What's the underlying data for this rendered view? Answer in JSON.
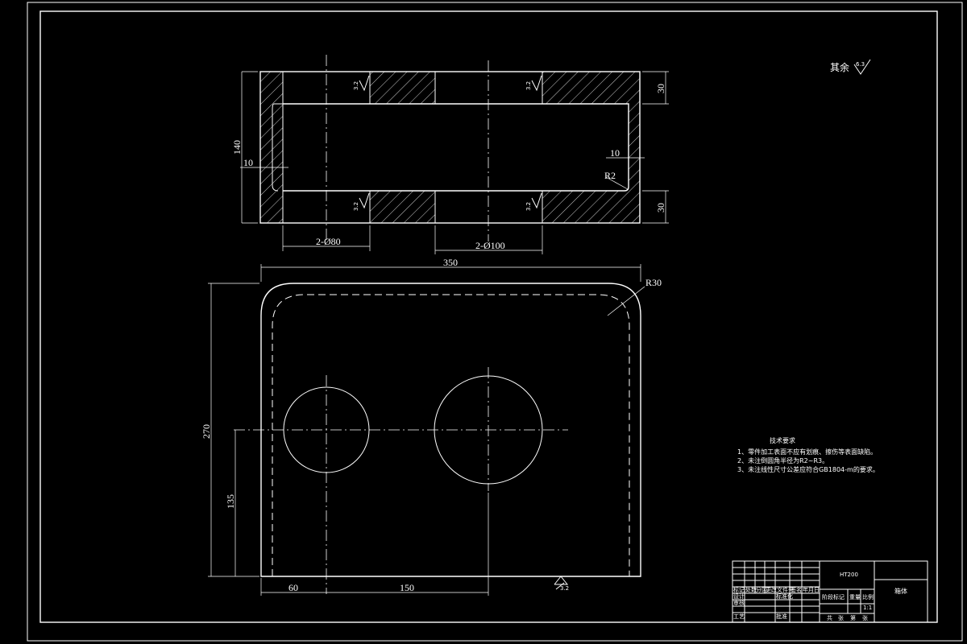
{
  "drawing": {
    "roughness_note": {
      "label": "其余",
      "value": "6.3"
    },
    "section_view": {
      "dims": {
        "height": "140",
        "wall_left": "10",
        "wall_right": "10",
        "flange_top": "30",
        "flange_bottom": "30",
        "fillet": "R2",
        "hole_small": "2-Ø80",
        "hole_large": "2-Ø100"
      },
      "roughness": [
        "3.2",
        "3.2",
        "3.2",
        "3.2"
      ]
    },
    "plan_view": {
      "dims": {
        "width": "350",
        "height": "270",
        "corner": "R30",
        "offset_y": "135",
        "offset_x": "60",
        "spacing": "150"
      },
      "roughness": "3.2"
    },
    "notes": {
      "title": "技术要求",
      "items": [
        "1、零件加工表面不应有划痕、擦伤等表面缺陷。",
        "2、未注倒圆角半径为R2~R3。",
        "3、未注线性尺寸公差应符合GB1804-m的要求。"
      ]
    },
    "title_block": {
      "material": "HT200",
      "part_name": "箱体",
      "scale": "1:1",
      "cells": {
        "r1": [
          "标记",
          "处数",
          "分区",
          "更改文件号",
          "签名",
          "年月日"
        ],
        "design": "设计",
        "standard": "标准化",
        "check": "审核",
        "process": "工艺",
        "approve": "批准",
        "stage": "阶段标记",
        "weight": "重量",
        "ratio": "比例",
        "sheet": [
          "共",
          "张",
          "第",
          "张"
        ]
      }
    }
  }
}
